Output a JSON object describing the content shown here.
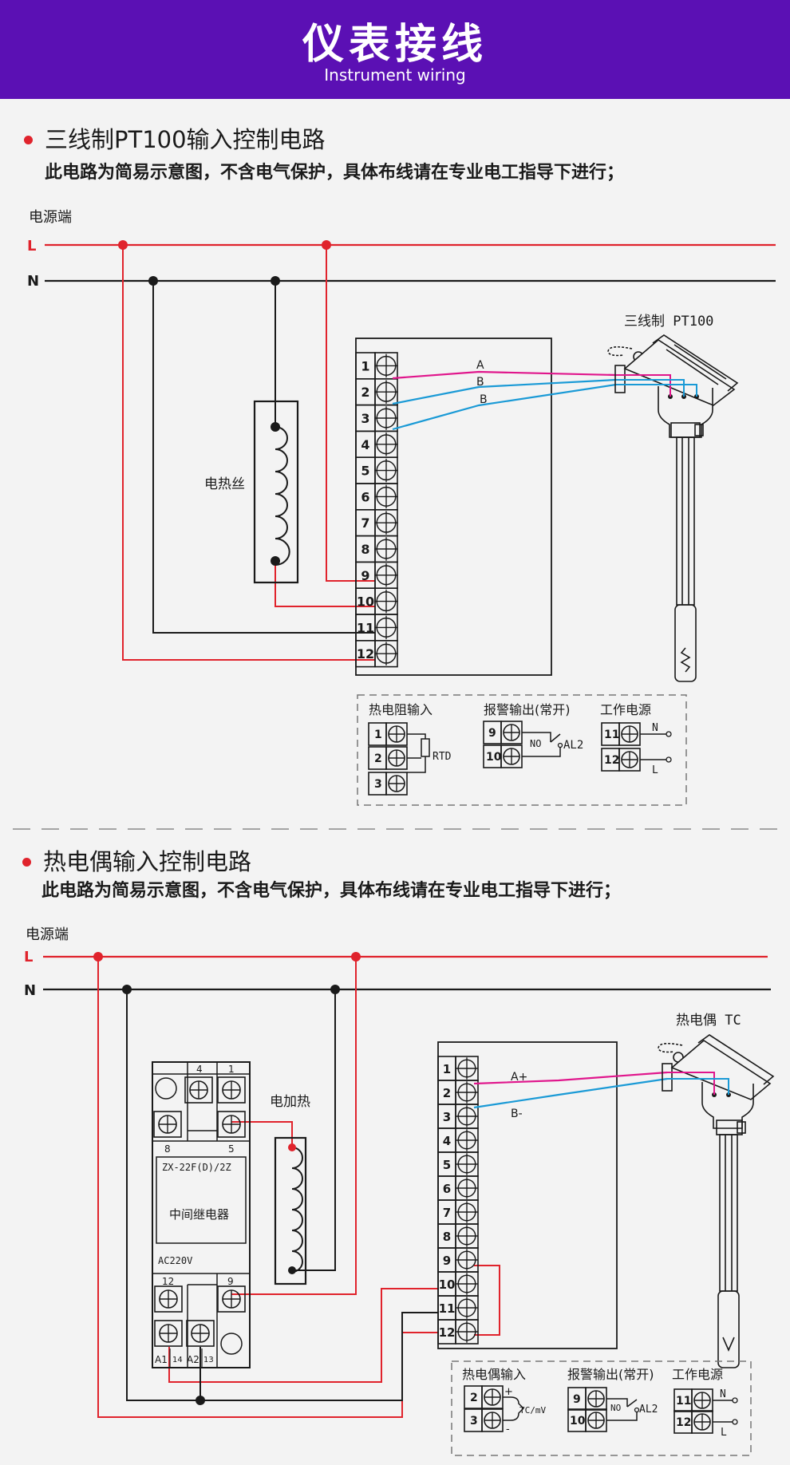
{
  "header": {
    "title": "仪表接线",
    "subtitle": "Instrument wiring"
  },
  "section1": {
    "title": "三线制PT100输入控制电路",
    "desc": "此电路为简易示意图，不含电气保护，具体布线请在专业电工指导下进行；",
    "power_label": "电源端",
    "line_l": "L",
    "line_n": "N",
    "sensor_label": "三线制 PT100",
    "heater_label": "电热丝",
    "wire_labels": [
      "A",
      "B",
      "B"
    ],
    "terminals": [
      "1",
      "2",
      "3",
      "4",
      "5",
      "6",
      "7",
      "8",
      "9",
      "10",
      "11",
      "12"
    ],
    "legend": {
      "input_title": "热电阻输入",
      "input_terminals": [
        "1",
        "2",
        "3"
      ],
      "rtd_label": "RTD",
      "alarm_title": "报警输出(常开)",
      "alarm_terminals": [
        "9",
        "10"
      ],
      "no_label": "NO",
      "al2_label": "AL2",
      "power_title": "工作电源",
      "power_terminals": [
        "11",
        "12"
      ],
      "n_label": "N",
      "l_label": "L"
    }
  },
  "section2": {
    "title": "热电偶输入控制电路",
    "desc": "此电路为简易示意图，不含电气保护，具体布线请在专业电工指导下进行；",
    "power_label": "电源端",
    "line_l": "L",
    "line_n": "N",
    "sensor_label": "热电偶 TC",
    "heater_label": "电加热",
    "wire_labels": [
      "A+",
      "B-"
    ],
    "terminals": [
      "1",
      "2",
      "3",
      "4",
      "5",
      "6",
      "7",
      "8",
      "9",
      "10",
      "11",
      "12"
    ],
    "relay": {
      "model": "ZX-22F(D)/2Z",
      "name": "中间继电器",
      "voltage": "AC220V",
      "pins": {
        "p4": "4",
        "p1": "1",
        "p8": "8",
        "p5": "5",
        "p12": "12",
        "p9": "9",
        "a1": "A1",
        "p14": "14",
        "a2": "A2",
        "p13": "13"
      }
    },
    "legend": {
      "input_title": "热电偶输入",
      "input_terminals": [
        "2",
        "3"
      ],
      "plus": "+",
      "minus": "-",
      "tc_label": "TC/mV",
      "alarm_title": "报警输出(常开)",
      "alarm_terminals": [
        "9",
        "10"
      ],
      "no_label": "NO",
      "al2_label": "AL2",
      "power_title": "工作电源",
      "power_terminals": [
        "11",
        "12"
      ],
      "n_label": "N",
      "l_label": "L"
    }
  },
  "colors": {
    "accent": "#5b10b4",
    "live": "#e0232c",
    "neutral": "#1a1a1a",
    "wire_a": "#e0168c",
    "wire_b": "#1a9ad6"
  }
}
